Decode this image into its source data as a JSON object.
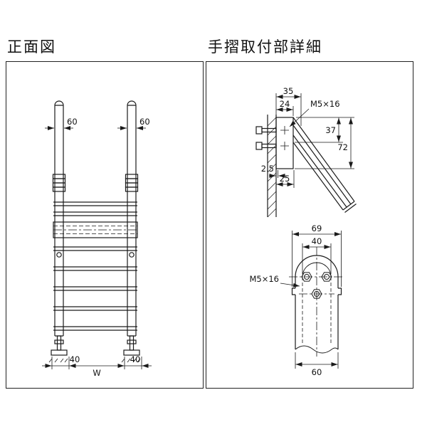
{
  "titles": {
    "left": "正面図",
    "right": "手摺取付部詳細"
  },
  "front_view": {
    "dim_rail_left": "60",
    "dim_rail_right": "60",
    "dim_bottom_left": "40",
    "dim_bottom_center": "W",
    "dim_bottom_right": "40"
  },
  "handrail_detail": {
    "upper": {
      "dim_35": "35",
      "dim_24": "24",
      "bolt_label": "M5×16",
      "dim_37": "37",
      "dim_72": "72",
      "dim_2_5": "2.5",
      "dim_25": "25"
    },
    "lower": {
      "dim_69": "69",
      "dim_40": "40",
      "bolt_label": "M5×16",
      "dim_60": "60"
    }
  },
  "colors": {
    "line": "#1a1a1a",
    "background": "#ffffff"
  }
}
